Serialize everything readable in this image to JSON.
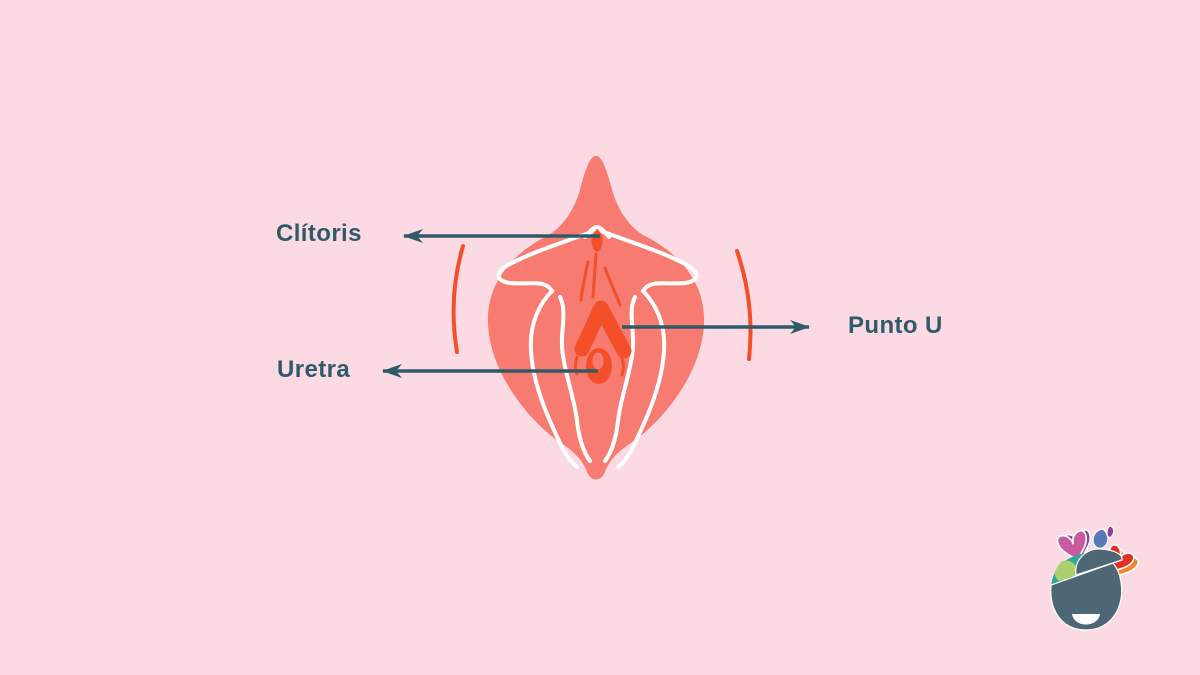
{
  "labels": {
    "clitoris": "Clítoris",
    "uretra": "Uretra",
    "punto_u": "Punto U"
  },
  "illustration": {
    "subject": "vulva-anatomy-diagram",
    "callouts": [
      {
        "label": "Clítoris",
        "arrow_direction": "left",
        "points_to": "clitoral-glans"
      },
      {
        "label": "Uretra",
        "arrow_direction": "left",
        "points_to": "urethral-opening"
      },
      {
        "label": "Punto U",
        "arrow_direction": "right",
        "points_to": "vestibule-between-clitoris-and-urethra"
      }
    ]
  },
  "logo": {
    "name": "open-head-with-hearts-logo"
  },
  "colors": {
    "background": "#FBDAE4",
    "body": "#F87B71",
    "accent": "#F3502A",
    "label": "#2F5B68",
    "line_white": "#FFFFFF",
    "logo_head": "#4D6777",
    "logo_teal": "#2EA79A",
    "logo_green": "#ABD16F",
    "logo_orange": "#F5921E",
    "logo_red": "#E23127",
    "logo_magenta": "#C75B9E",
    "logo_purple": "#8C4399",
    "logo_blue": "#5B79B8",
    "logo_orange2": "#F58426"
  }
}
